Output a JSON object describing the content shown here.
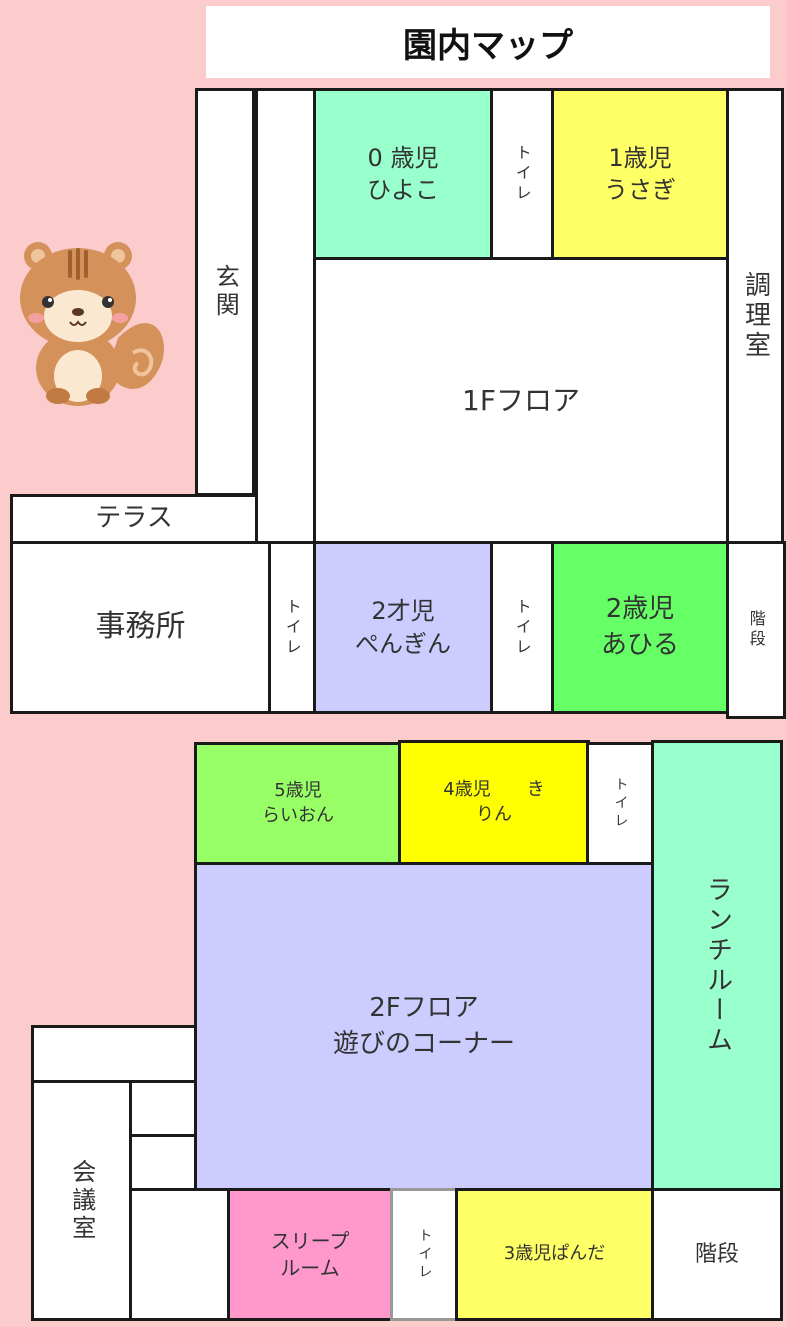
{
  "title": "園内マップ",
  "floor1": {
    "rooms": {
      "age0": "0 歳児\nひよこ",
      "toilet_a": "トイレ",
      "age1": "1歳児\nうさぎ",
      "entrance": "玄関",
      "kitchen": "調理室",
      "floor": "1Fフロア",
      "terrace": "テラス",
      "office": "事務所",
      "toilet_b": "トイレ",
      "age2_penguin": "2才児\nぺんぎん",
      "toilet_c": "トイレ",
      "age2_duck": "2歳児\nあひる",
      "stairs": "階段"
    }
  },
  "floor2": {
    "rooms": {
      "age5": "5歳児\nらいおん",
      "age4": "4歳児　　き\nりん",
      "toilet_d": "トイレ",
      "lunch": "ランチルーム",
      "floor": "2Fフロア\n遊びのコーナー",
      "meeting": "会議室",
      "sleep": "スリープ\nルーム",
      "toilet_e": "トイレ",
      "age3": "3歳児ぱんだ",
      "stairs": "階段"
    }
  },
  "colors": {
    "background": "#fccccc",
    "mint": "#99ffcc",
    "yellow": "#ffff66",
    "lavender": "#ccccff",
    "green": "#66ff66",
    "lime": "#99ff66",
    "bright_yellow": "#ffff00",
    "pink": "#ff99cc"
  },
  "icons": [
    "squirrel-mascot"
  ]
}
